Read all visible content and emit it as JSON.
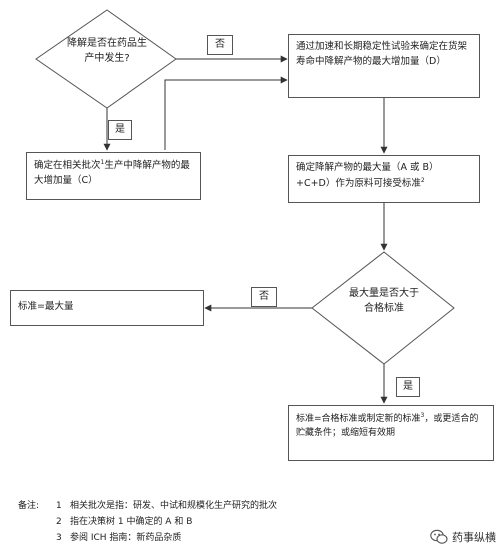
{
  "diagram": {
    "decision1": {
      "text": "降解是否在药品生产中发生?",
      "no_label": "否",
      "yes_label": "是"
    },
    "box_left": {
      "text_pre": "确定在相关批次",
      "sup": "1",
      "text_post": "生产中降解产物的最大增加量（C）"
    },
    "box_right_top": {
      "text": "通过加速和长期稳定性试验来确定在货架寿命中降解产物的最大增加量（D）"
    },
    "box_right_mid": {
      "text_pre": "确定降解产物的最大量（A 或 B）+C+D）作为原料可接受标准",
      "sup": "2"
    },
    "decision2": {
      "text": "最大量是否大于合格标准",
      "no_label": "否",
      "yes_label": "是"
    },
    "box_std_max": {
      "text": "标准=最大量"
    },
    "box_std_final": {
      "text_pre": "标准=合格标准或制定新的标准",
      "sup": "3",
      "text_post": "，或更适合的贮藏条件；或缩短有效期"
    }
  },
  "notes": {
    "label": "备注:",
    "items": [
      {
        "num": "1",
        "text": "相关批次是指：研发、中试和规模化生产研究的批次"
      },
      {
        "num": "2",
        "text": "指在决策树 1 中确定的 A 和 B"
      },
      {
        "num": "3",
        "text": "参阅 ICH 指南：新药品杂质"
      }
    ]
  },
  "brand": {
    "name": "药事纵横",
    "icon": "wechat-icon"
  }
}
